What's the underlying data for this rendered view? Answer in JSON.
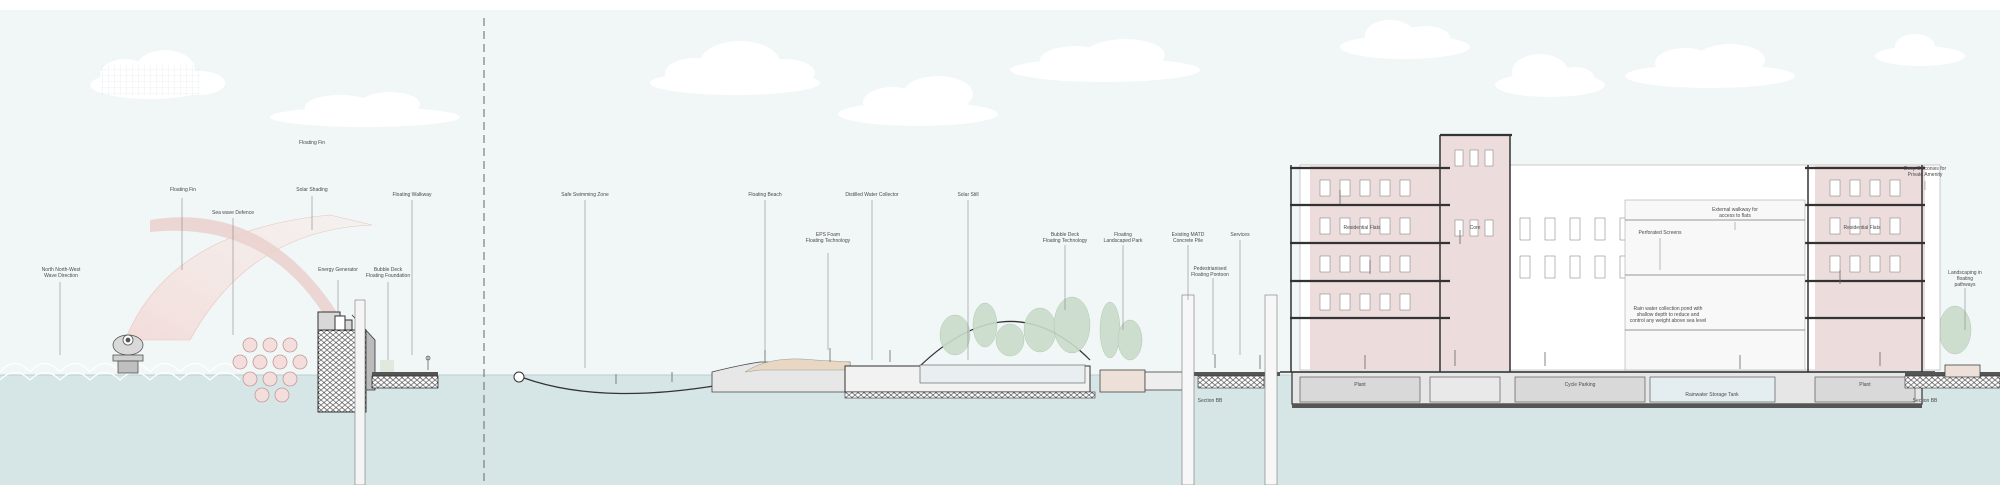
{
  "colors": {
    "sky": "#f1f6f6",
    "water": "#d6e6e7",
    "water_line": "#b9d0d2",
    "building_pink": "#ecdcdc",
    "structure": "#444444",
    "tree": "#c9dccb",
    "deck_fill": "#e8d7c2"
  },
  "labels": {
    "wave_direction": "North North-West\nWave Direction",
    "floating_fin_top": "Floating Fin",
    "floating_fin": "Floating Fin",
    "sea_wave_defence": "Sea wave Defence",
    "solar_shading": "Solar Shading",
    "energy_generator": "Energy Generator",
    "bubble_deck_foundation": "Bubble Deck\nFloating Foundation",
    "floating_walkway": "Floating Walkway",
    "safe_swimming_zone": "Safe Swimming Zone",
    "floating_beach": "Floating Beach",
    "eps_foam": "EPS Foam\nFloating Technology",
    "distilled_water_collector": "Distilled Water Collector",
    "solar_still": "Solar Still",
    "bubble_deck_tech": "Bubble Deck\nFloating Technology",
    "floating_landscaped_park": "Floating\nLandscaped Park",
    "existing_matd": "Existing MATD\nConcrete Pile",
    "pedestrianised_pontoon": "Pedestrianised\nFloating Pontoon",
    "services": "Services",
    "residential_flats_left": "Residential Flats",
    "core": "Core",
    "perforated_screens": "Perforated Screens",
    "external_walkway": "External walkway for\naccess to flats",
    "residential_flats_right": "Residential Flats",
    "deep_balconies": "Deep Balconies for\nPrivate Amenity",
    "landscaping": "Landscaping in floating\npathways",
    "rain_water": "Rain water collection pond with\nshallow depth to reduce and\ncontrol any weight above sea level",
    "plant_left": "Plant",
    "cycle_parking": "Cycle Parking",
    "rainwater_storage": "Rainwater Storage Tank",
    "plant_right": "Plant",
    "section_bb_left": "Section BB",
    "section_bb_right": "Section BB"
  }
}
